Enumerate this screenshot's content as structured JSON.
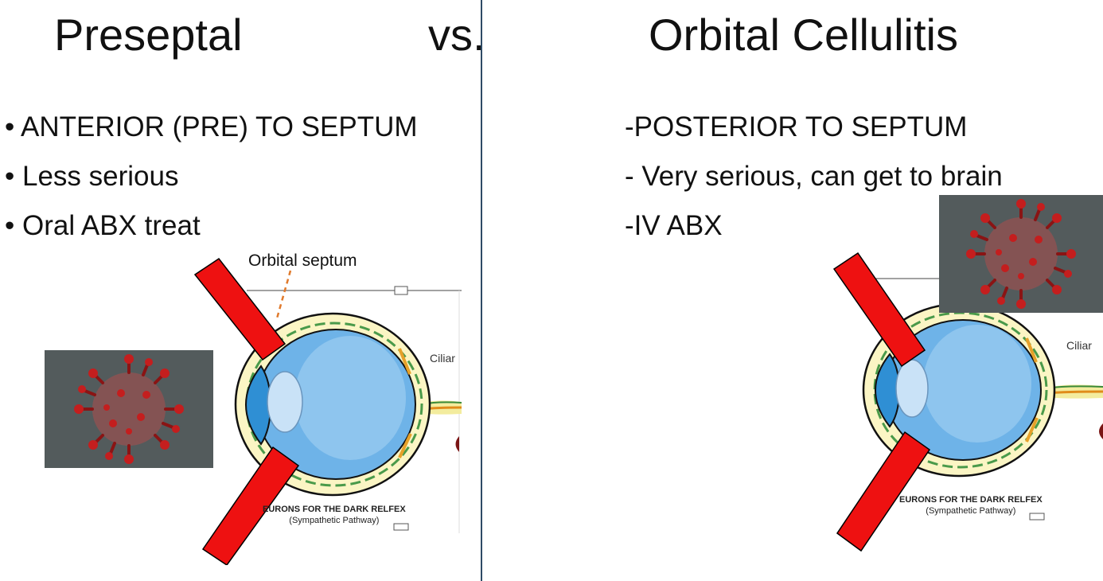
{
  "left": {
    "title": "Preseptal",
    "bullets": [
      "ANTERIOR (PRE) TO SEPTUM",
      "Less serious",
      "Oral ABX treat"
    ],
    "label_septum": "Orbital septum",
    "label_ciliary": "Ciliar",
    "caption_line1": "EURONS FOR THE DARK RELFEX",
    "caption_line2": "(Sympathetic Pathway)"
  },
  "vs_label": "vs.",
  "right": {
    "title": "Orbital Cellulitis",
    "items": [
      "-POSTERIOR TO SEPTUM",
      "- Very serious, can get to brain",
      "-IV ABX"
    ],
    "label_ciliary": "Ciliar",
    "caption_line1": "EURONS FOR THE DARK RELFEX",
    "caption_line2": "(Sympathetic Pathway)"
  },
  "colors": {
    "septum_bar": "#ee1111",
    "virus_bg": "#535b5c",
    "eye_blue": "#5aa6e0",
    "divider": "#2f4b66"
  }
}
